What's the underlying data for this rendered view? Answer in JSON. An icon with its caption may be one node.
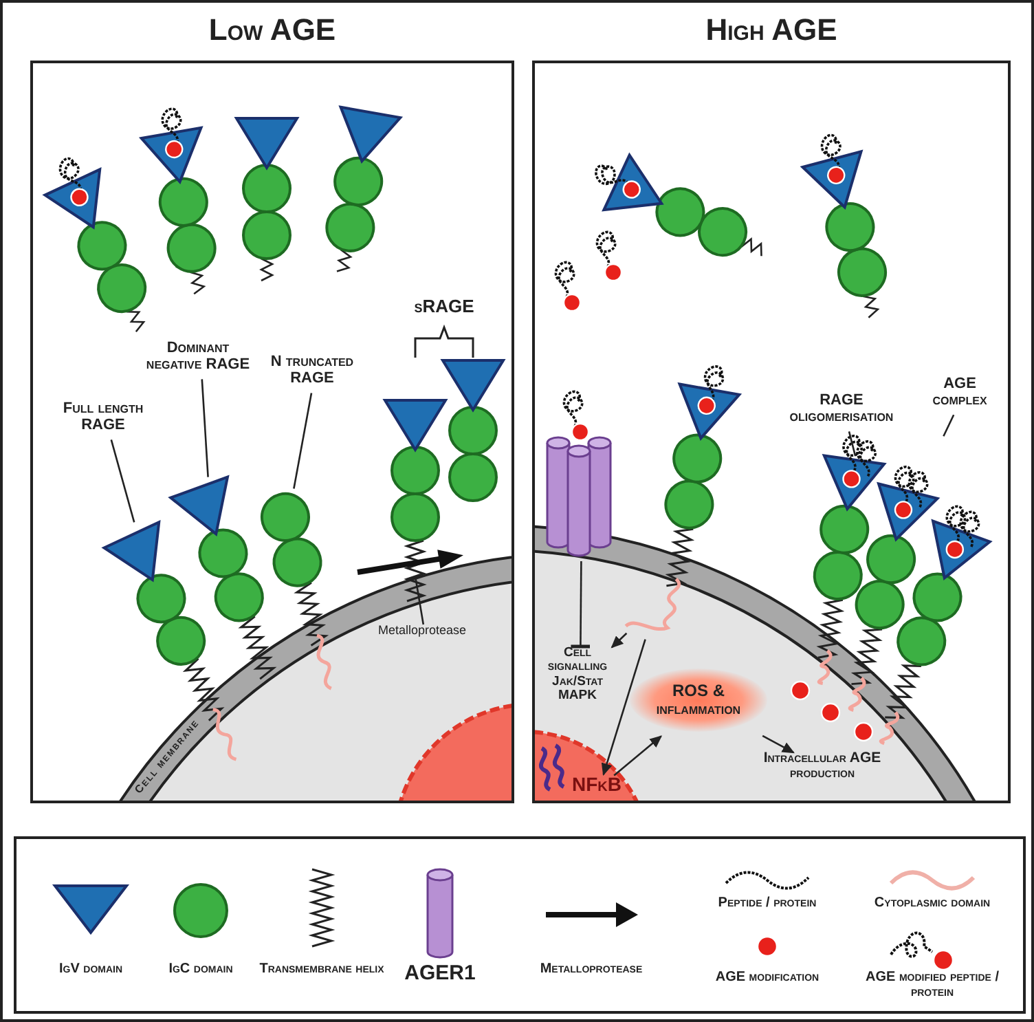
{
  "diagram": {
    "nodes": [
      {
        "text": [
          "Low AGE"
        ]
      },
      {
        "text": [
          "High AGE"
        ]
      },
      {
        "text": [
          "Full length RAGE"
        ],
        "in": 0
      },
      {
        "text": [
          "Dominant negative RAGE"
        ],
        "in": 0
      },
      {
        "text": [
          "N truncated RAGE"
        ],
        "in": 0
      },
      {
        "text": [
          "Metalloprotease"
        ],
        "in": 0
      },
      {
        "text": [],
        "shape": "triangle",
        "in": 0
      },
      {
        "text": [],
        "shape": "triangle",
        "in": 0
      },
      {
        "text": [],
        "shape": "circle",
        "in": 0
      },
      {
        "text": [],
        "shape": "arrow",
        "in": 0
      },
      {
        "text": [
          "RAGE oligomerisation"
        ],
        "in": 1
      },
      {
        "text": [
          "AGE complex"
        ],
        "in": 1
      },
      {
        "text": [],
        "shape": "picture",
        "in": 1
      },
      {
        "text": [],
        "shape": "picture",
        "in": 1
      },
      {
        "text": [],
        "shape": "cylinder",
        "in": 1
      },
      {
        "text": [],
        "shape": "picture",
        "in": 1
      },
      {
        "text": [
          "Cell signalling Jak/Stat MAPK"
        ],
        "in": 1
      },
      {
        "text": [
          "NFκB"
        ],
        "in": 1
      },
      {
        "text": [
          "ROS & inflammation"
        ],
        "in": 1
      },
      {
        "text": [
          "Intracellular AGE production"
        ],
        "in": 1
      }
    ],
    "edges": [
      {
        "from": 2,
        "to": 6,
        "arrow": "none"
      },
      {
        "from": 3,
        "to": 7,
        "arrow": "none"
      },
      {
        "from": 4,
        "to": 8,
        "arrow": "none"
      },
      {
        "from": 5,
        "to": 9,
        "arrow": "none"
      },
      {
        "from": 10,
        "to": 12,
        "arrow": "none"
      },
      {
        "from": 11,
        "to": 13,
        "arrow": "none"
      },
      {
        "from": 14,
        "to": 16,
        "arrow": "other"
      },
      {
        "from": 15,
        "to": 16,
        "arrow": "to"
      },
      {
        "from": 15,
        "to": 17,
        "arrow": "to"
      },
      {
        "from": 17,
        "to": 18,
        "arrow": "to"
      },
      {
        "from": 18,
        "to": 19,
        "arrow": "to"
      }
    ],
    "labels": [
      "sRAGE",
      "Cell membrane"
    ],
    "legend": [
      {
        "text": "IgV domain"
      },
      {
        "text": "IgC domain"
      },
      {
        "text": "Transmembrane helix"
      },
      {
        "text": "AGER1"
      },
      {
        "text": "Metalloprotease"
      },
      {
        "text": "Peptide / protein"
      },
      {
        "text": "Cytoplasmic domain"
      },
      {
        "text": "AGE modification"
      },
      {
        "text": "AGE modified peptide / protein"
      }
    ]
  }
}
